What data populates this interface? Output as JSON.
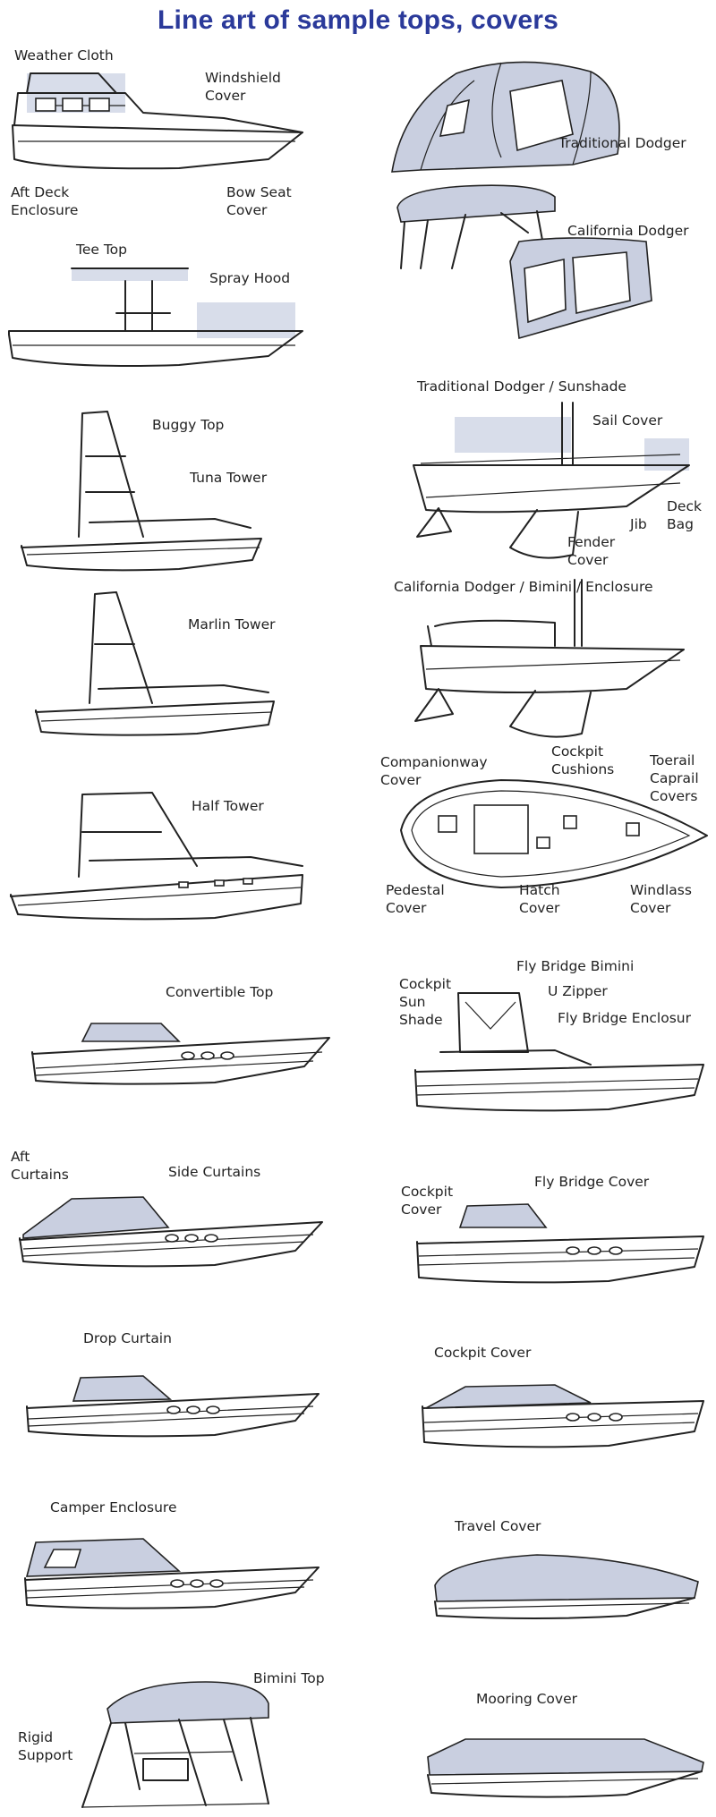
{
  "title": "Line art of sample tops, covers",
  "labels": {
    "weather_cloth": "Weather Cloth",
    "windshield_cover": "Windshield\nCover",
    "aft_deck_enclosure": "Aft Deck\nEnclosure",
    "bow_seat_cover": "Bow Seat\nCover",
    "traditional_dodger": "Traditional Dodger",
    "california_dodger": "California Dodger",
    "tee_top": "Tee Top",
    "spray_hood": "Spray Hood",
    "traditional_dodger_sunshade": "Traditional Dodger / Sunshade",
    "sail_cover": "Sail Cover",
    "deck_bag": "Deck\nBag",
    "jib": "Jib",
    "fender_cover": "Fender\nCover",
    "buggy_top": "Buggy Top",
    "tuna_tower": "Tuna Tower",
    "california_dodger_bimini_enclosure": "California Dodger / Bimini / Enclosure",
    "marlin_tower": "Marlin Tower",
    "companionway_cover": "Companionway\nCover",
    "cockpit_cushions": "Cockpit\nCushions",
    "toerail_caprail_covers": "Toerail\nCaprail\nCovers",
    "half_tower": "Half Tower",
    "pedestal_cover": "Pedestal\nCover",
    "hatch_cover": "Hatch\nCover",
    "windlass_cover": "Windlass\nCover",
    "fly_bridge_bimini": "Fly Bridge Bimini",
    "cockpit_sun_shade": "Cockpit\nSun\nShade",
    "u_zipper": "U Zipper",
    "fly_bridge_enclosure": "Fly Bridge Enclosur",
    "convertible_top": "Convertible Top",
    "aft_curtains": "Aft\nCurtains",
    "side_curtains": "Side Curtains",
    "cockpit_cover_1": "Cockpit\nCover",
    "fly_bridge_cover": "Fly Bridge Cover",
    "drop_curtain": "Drop Curtain",
    "cockpit_cover_2": "Cockpit Cover",
    "camper_enclosure": "Camper Enclosure",
    "travel_cover": "Travel Cover",
    "bimini_top": "Bimini Top",
    "rigid_support": "Rigid\nSupport",
    "mooring_cover": "Mooring Cover"
  },
  "colors": {
    "title": "#2b3a9a",
    "canvas_fill": "#c9cfe0",
    "ink": "#222222"
  }
}
